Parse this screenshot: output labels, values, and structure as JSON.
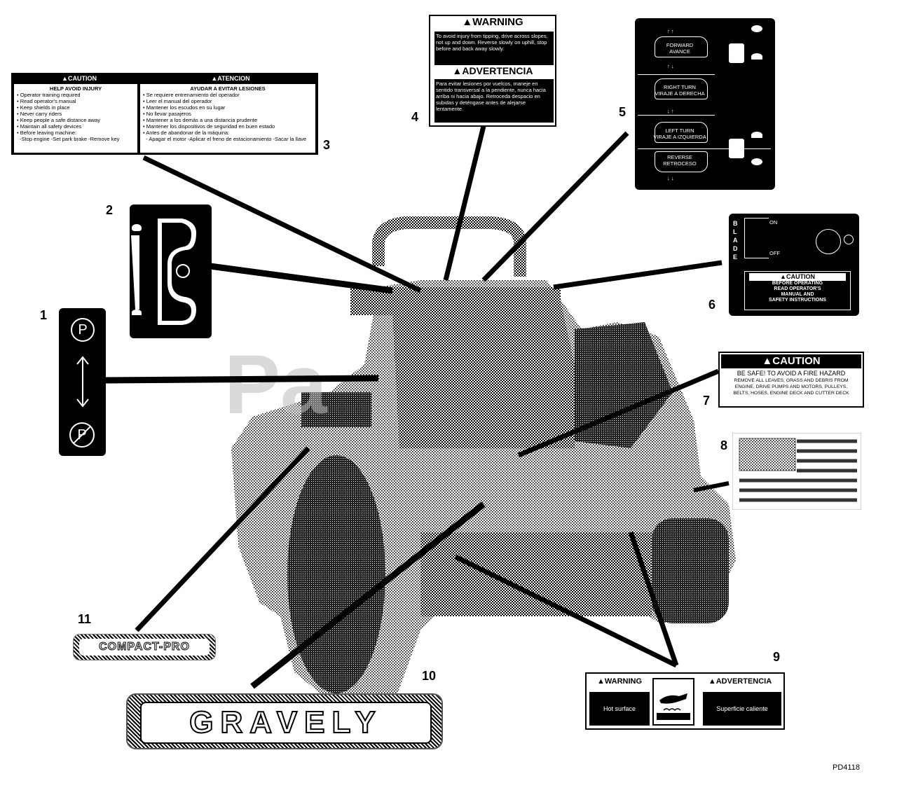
{
  "callouts": [
    "1",
    "2",
    "3",
    "4",
    "5",
    "6",
    "7",
    "8",
    "9",
    "10",
    "11"
  ],
  "diagram_id": "PD4118",
  "watermark": "Pa",
  "decal1": {
    "top_symbol": "P",
    "bottom_symbol": "P"
  },
  "decal3": {
    "left": {
      "header": "CAUTION",
      "title": "HELP AVOID INJURY",
      "lines": [
        "Operator training required",
        "Read operator's manual",
        "Keep shields in place",
        "Never carry riders",
        "Keep people a safe distance away",
        "Maintain all safety devices",
        "Before leaving machine:",
        "-Stop engine -Set park brake -Remove key"
      ]
    },
    "right": {
      "header": "ATENCION",
      "title": "AYUDAR A EVITAR LESIONES",
      "lines": [
        "Se requiere entrenamiento del operador",
        "Leer el manual del operador",
        "Mantener los escudos en su lugar",
        "No llevar pasajeros",
        "Mantener a los demás a una distancia prudente",
        "Mantener los dispositivos de seguridad en buen estado",
        "Antes de abandonar de la máquina:",
        "- Apagar el motor -Aplicar el freno de estacionamiento -Sacar la llave"
      ]
    }
  },
  "decal4": {
    "warning_header": "WARNING",
    "warning_text": "To avoid injury from tipping, drive across slopes, not up and down. Reverse slowly on uphill, stop before and back away slowly.",
    "advertencia_header": "ADVERTENCIA",
    "advertencia_text": "Para evitar lesiones por vuelcos, maneje en sentido transversal a la pendiente, nunca hacia arriba ni hacia abajo. Retroceda despacio en subidas y deténgase antes de alejarse lentamente."
  },
  "decal5": {
    "panels": [
      {
        "line1": "FORWARD",
        "line2": "AVANCE"
      },
      {
        "line1": "RIGHT TURN",
        "line2": "VIRAJE A DERECHA"
      },
      {
        "line1": "LEFT TURN",
        "line2": "VIRAJE A IZQUIERDA"
      },
      {
        "line1": "REVERSE",
        "line2": "RETROCESO"
      }
    ]
  },
  "decal6": {
    "blade_letters": [
      "B",
      "L",
      "A",
      "D",
      "E"
    ],
    "on_label": "ON",
    "off_label": "OFF",
    "caution_header": "CAUTION",
    "caution_lines": [
      "BEFORE OPERATING",
      "READ OPERATOR'S",
      "MANUAL AND",
      "SAFETY INSTRUCTIONS"
    ]
  },
  "decal7": {
    "header": "CAUTION",
    "subtitle": "BE SAFE! TO AVOID A FIRE HAZARD",
    "lines": [
      "REMOVE ALL LEAVES, GRASS AND DEBRIS FROM",
      "ENGINE, DRIVE PUMPS AND MOTORS, PULLEYS,",
      "BELTS, HOSES, ENGINE DECK AND CUTTER DECK"
    ]
  },
  "decal9": {
    "warning_header": "WARNING",
    "warning_text": "Hot surface",
    "advertencia_header": "ADVERTENCIA",
    "advertencia_text": "Superficie caliente"
  },
  "decal10": {
    "brand": "GRAVELY"
  },
  "decal11": {
    "model": "COMPACT-PRO"
  }
}
